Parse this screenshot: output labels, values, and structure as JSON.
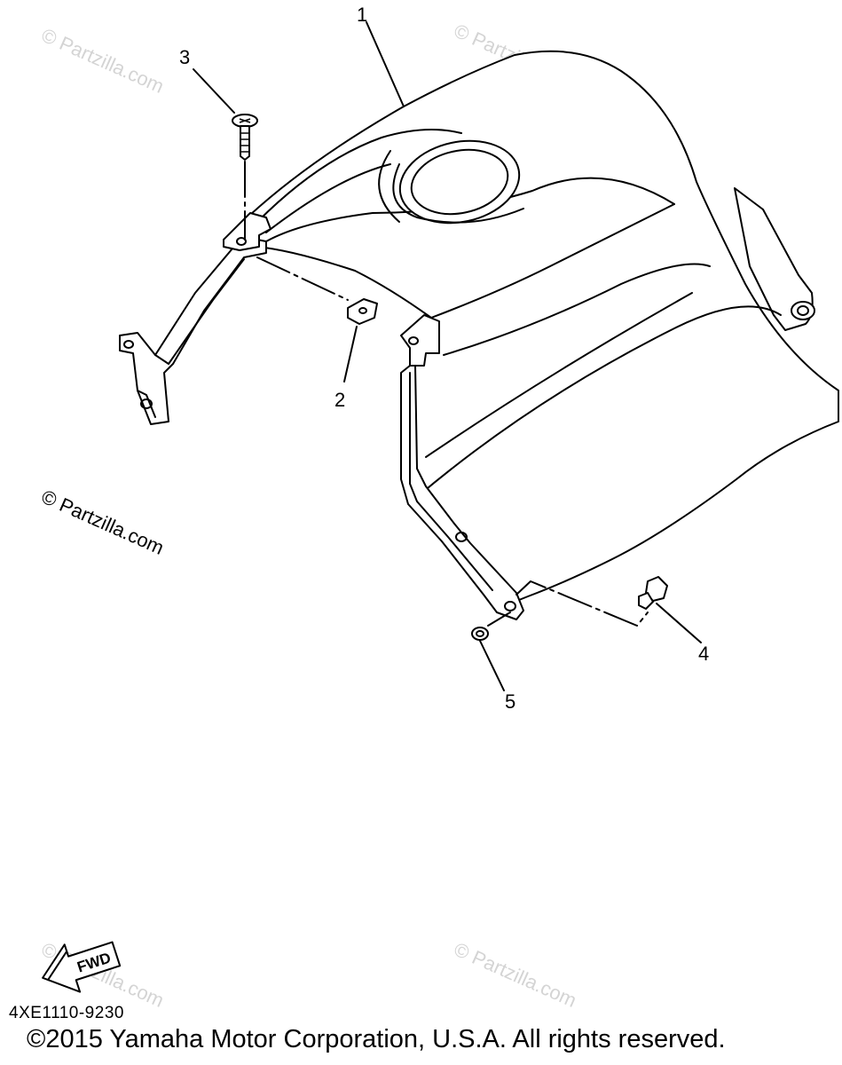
{
  "watermark": "© Partzilla.com",
  "callouts": [
    "1",
    "2",
    "3",
    "4",
    "5"
  ],
  "fwd_label": "FWD",
  "diagram_code": "4XE1110-9230",
  "copyright": "©2015 Yamaha Motor Corporation, U.S.A. All rights reserved."
}
